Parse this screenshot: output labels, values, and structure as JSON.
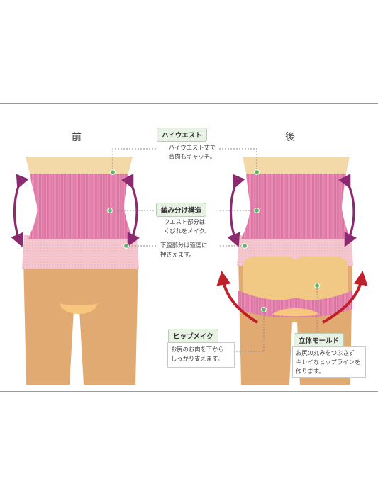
{
  "labels": {
    "front": "前",
    "back": "後"
  },
  "callouts": {
    "high_waist": {
      "tag": "ハイウエスト",
      "lines": [
        "ハイウエスト丈で",
        "背肉もキャッチ。"
      ]
    },
    "knit_structure": {
      "tag": "編み分け構造",
      "waist_lines": [
        "ウエスト部分は",
        "くびれをメイク。"
      ],
      "belly_lines": [
        "下腹部分は適度に",
        "押さえます。"
      ]
    },
    "hip_make": {
      "tag": "ヒップメイク",
      "lines": [
        "お尻のお肉を下から",
        "しっかり支えます。"
      ]
    },
    "mold_3d": {
      "tag": "立体モールド",
      "lines": [
        "お尻の丸みをつぶさず",
        "キレイなヒップラインを",
        "作ります。"
      ]
    }
  },
  "colors": {
    "skin": "#e3ad76",
    "skin_light": "#f3d9a8",
    "pink_band": "#e88cb5",
    "pink_light": "#f2c4cf",
    "tag_bg": "#e7f1e4",
    "marker_green": "#5bb56b",
    "arrow_purple": "#8b2a70",
    "arrow_red": "#c0202a"
  }
}
